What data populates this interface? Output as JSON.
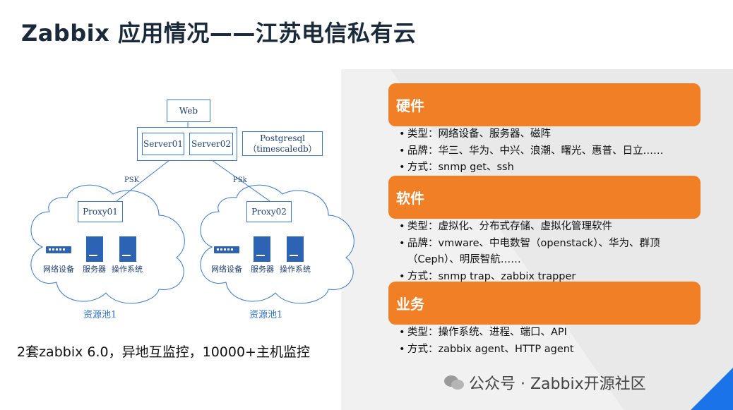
{
  "title": "Zabbix 应用情况——江苏电信私有云",
  "diagram": {
    "web": "Web",
    "server1": "Server01",
    "server2": "Server02",
    "db_line1": "Postgresql",
    "db_line2": "（timescaledb）",
    "psk_left": "PSK",
    "psk_right": "PSk",
    "proxy1": "Proxy01",
    "proxy2": "Proxy02",
    "device_network": "网络设备",
    "device_server": "服务器",
    "device_os": "操作系统",
    "pool_left": "资源池1",
    "pool_right": "资源池1"
  },
  "summary": "2套zabbix 6.0，异地互监控，10000+主机监控",
  "cards": [
    {
      "heading": "硬件",
      "bullets": [
        "类型：网络设备、服务器、磁阵",
        "品牌：华三、华为、中兴、浪潮、曙光、惠普、日立……",
        "方式：snmp get、ssh"
      ]
    },
    {
      "heading": "软件",
      "bullets": [
        "类型：虚拟化、分布式存储、虚拟化管理软件",
        "品牌：vmware、中电数智（openstack）、华为、群顶",
        "（Ceph）、明辰智航……",
        "方式：snmp trap、zabbix trapper"
      ]
    },
    {
      "heading": "业务",
      "bullets": [
        "类型：操作系统、进程、端口、API",
        "方式：zabbix agent、HTTP agent"
      ]
    }
  ],
  "watermark": "公众号 · Zabbix开源社区",
  "colors": {
    "accent": "#f07f26",
    "line": "#3b78c8",
    "corner": "#1a73e8"
  }
}
